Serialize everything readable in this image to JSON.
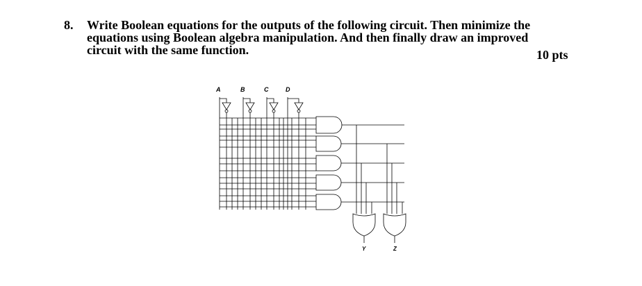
{
  "question": {
    "number": "8.",
    "line1": "Write Boolean equations for the outputs of the following circuit. Then minimize the",
    "line2": "equations using Boolean algebra manipulation. And then finally draw an improved",
    "line3": "circuit with the same function.",
    "points": "10 pts"
  },
  "circuit": {
    "inputs": [
      "A",
      "B",
      "C",
      "D"
    ],
    "outputs": [
      "Y",
      "Z"
    ],
    "and_gate_count": 5,
    "or_gate_count": 2,
    "inverter_count": 4
  }
}
